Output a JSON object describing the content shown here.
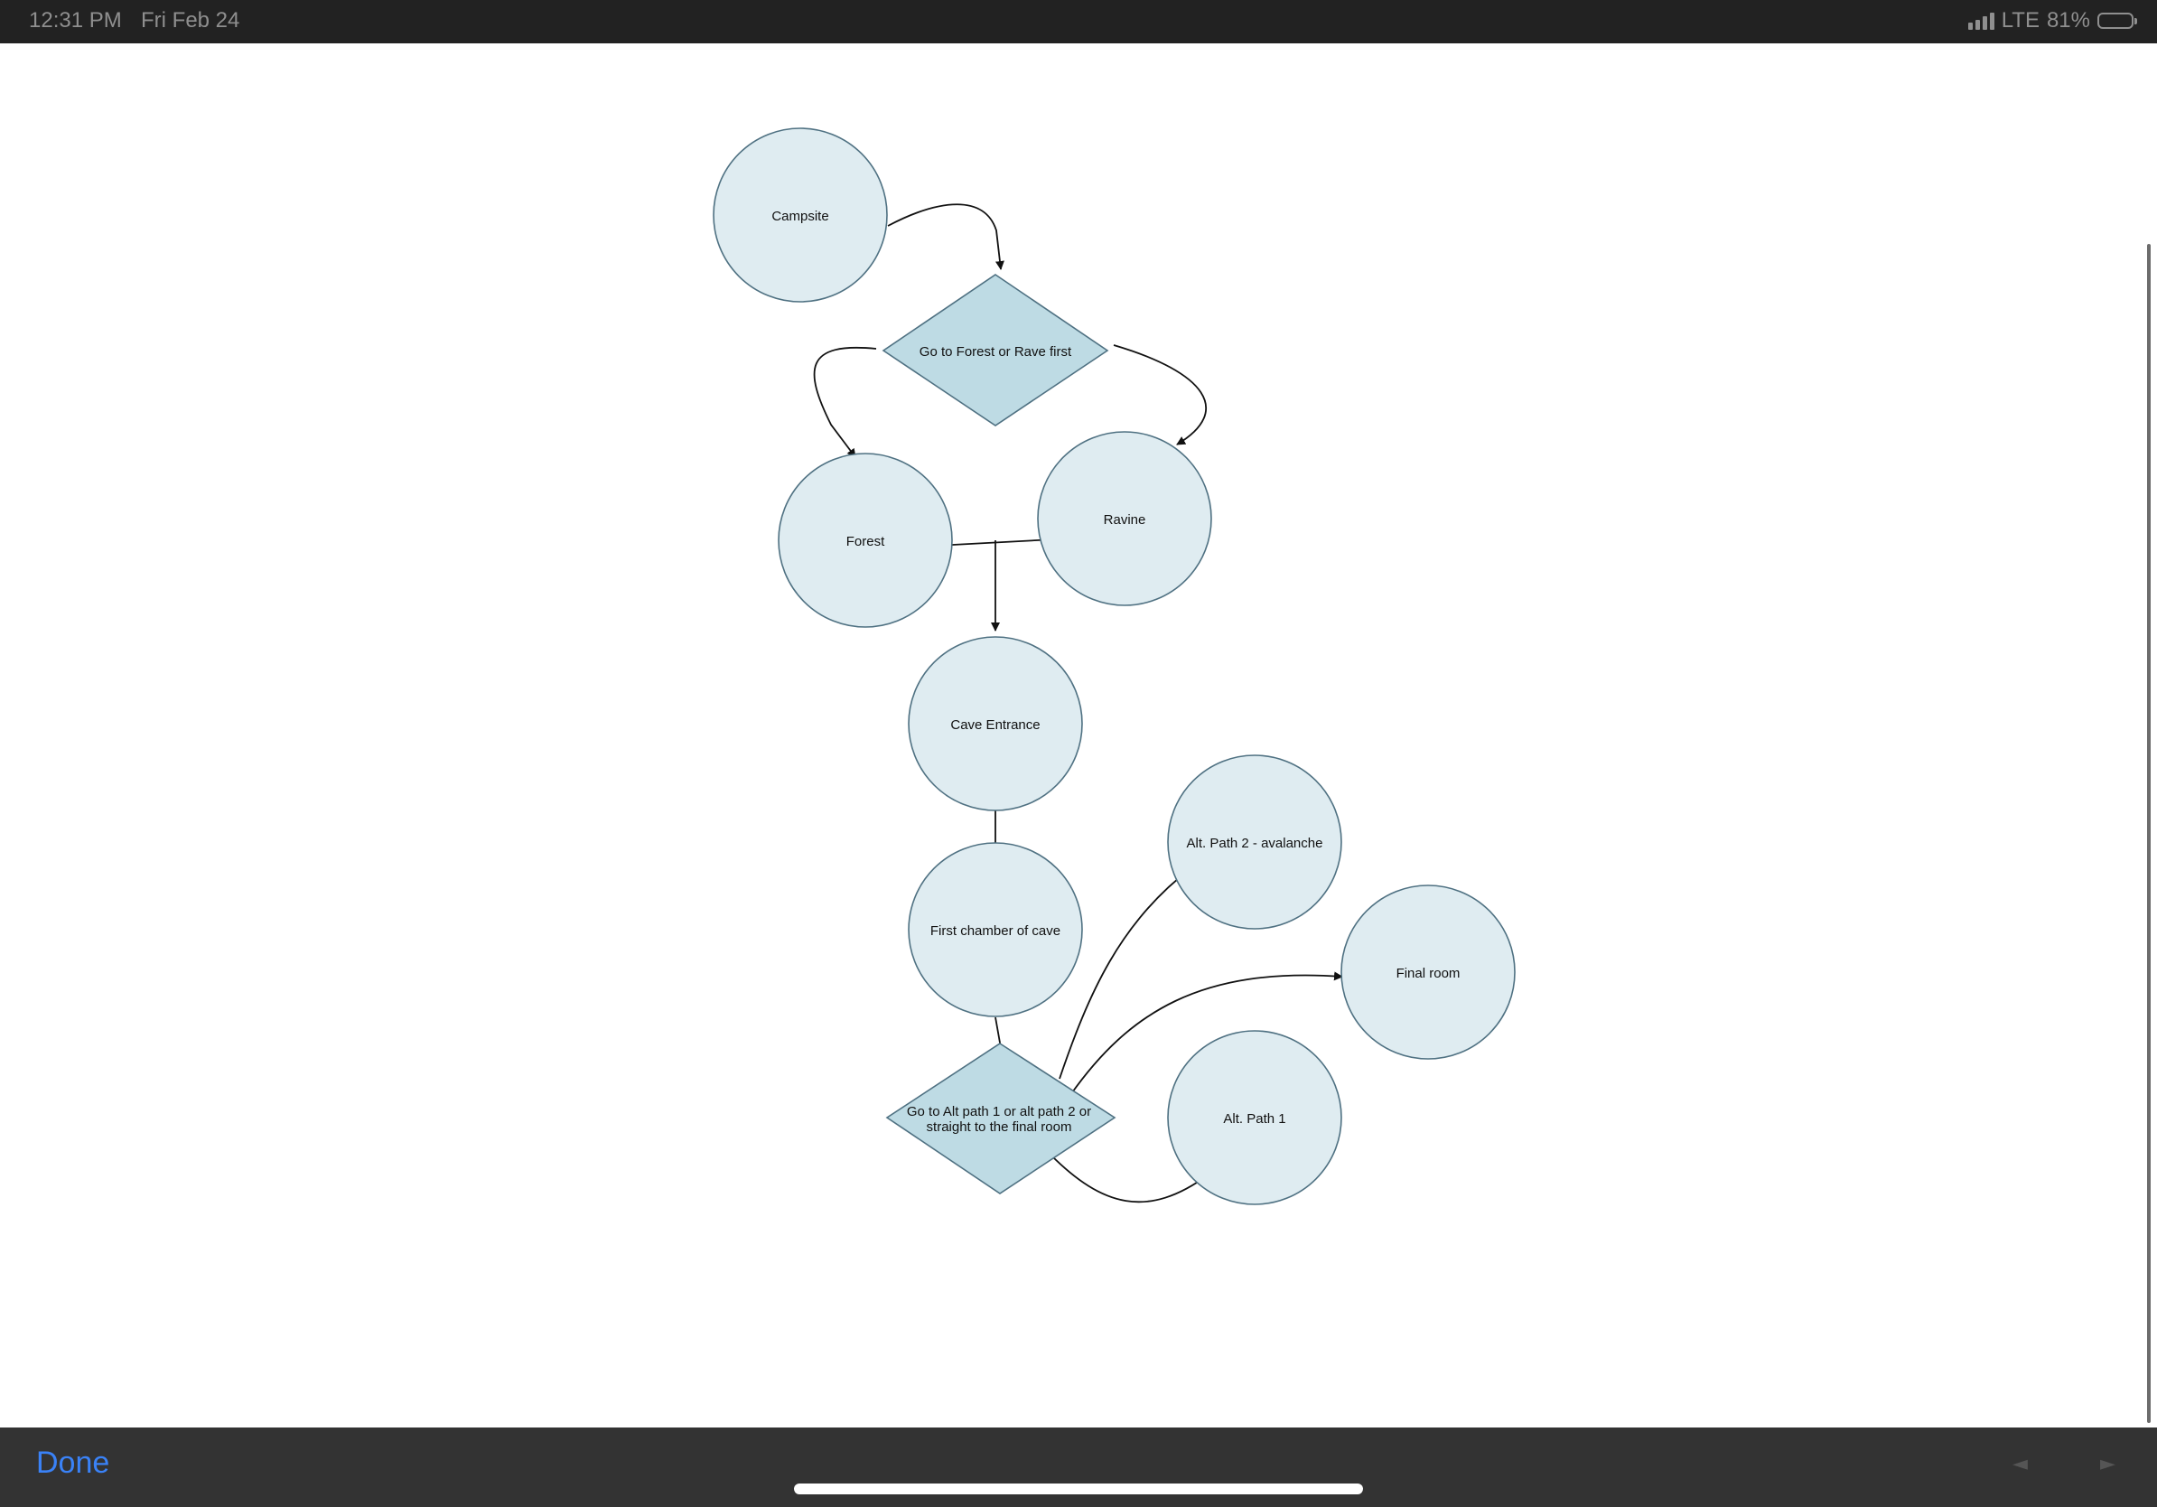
{
  "status_bar": {
    "time": "12:31 PM",
    "date": "Fri Feb 24",
    "network": "LTE",
    "battery_text": "81%",
    "battery_level": 0.81,
    "signal_icon": "signal-bars-icon",
    "battery_icon": "battery-icon"
  },
  "diagram": {
    "nodes": {
      "campsite": "Campsite",
      "decision1": "Go to Forest or Rave first",
      "forest": "Forest",
      "ravine": "Ravine",
      "cave_entrance": "Cave Entrance",
      "first_chamber": "First chamber of cave",
      "alt_path_2": "Alt. Path 2 - avalanche",
      "final_room": "Final room",
      "decision2_line1": "Go to Alt path 1 or alt path 2 or",
      "decision2_line2": "straight to the final room",
      "alt_path_1": "Alt. Path 1"
    },
    "edges": [
      [
        "campsite",
        "decision1"
      ],
      [
        "decision1",
        "forest"
      ],
      [
        "decision1",
        "ravine"
      ],
      [
        "ravine",
        "forest"
      ],
      [
        "ravine-forest edge",
        "cave_entrance"
      ],
      [
        "cave_entrance",
        "first_chamber"
      ],
      [
        "first_chamber",
        "decision2"
      ],
      [
        "decision2",
        "alt_path_2"
      ],
      [
        "decision2",
        "final_room"
      ],
      [
        "decision2",
        "alt_path_1"
      ]
    ],
    "colors": {
      "circle_fill": "#dfecf1",
      "diamond_fill": "#bedbe4",
      "stroke": "#4f7182",
      "edge": "#111111"
    }
  },
  "toolbar": {
    "done_label": "Done",
    "prev_icon": "prev-arrow-icon",
    "next_icon": "next-arrow-icon",
    "prev_glyph": "◄",
    "next_glyph": "►"
  }
}
